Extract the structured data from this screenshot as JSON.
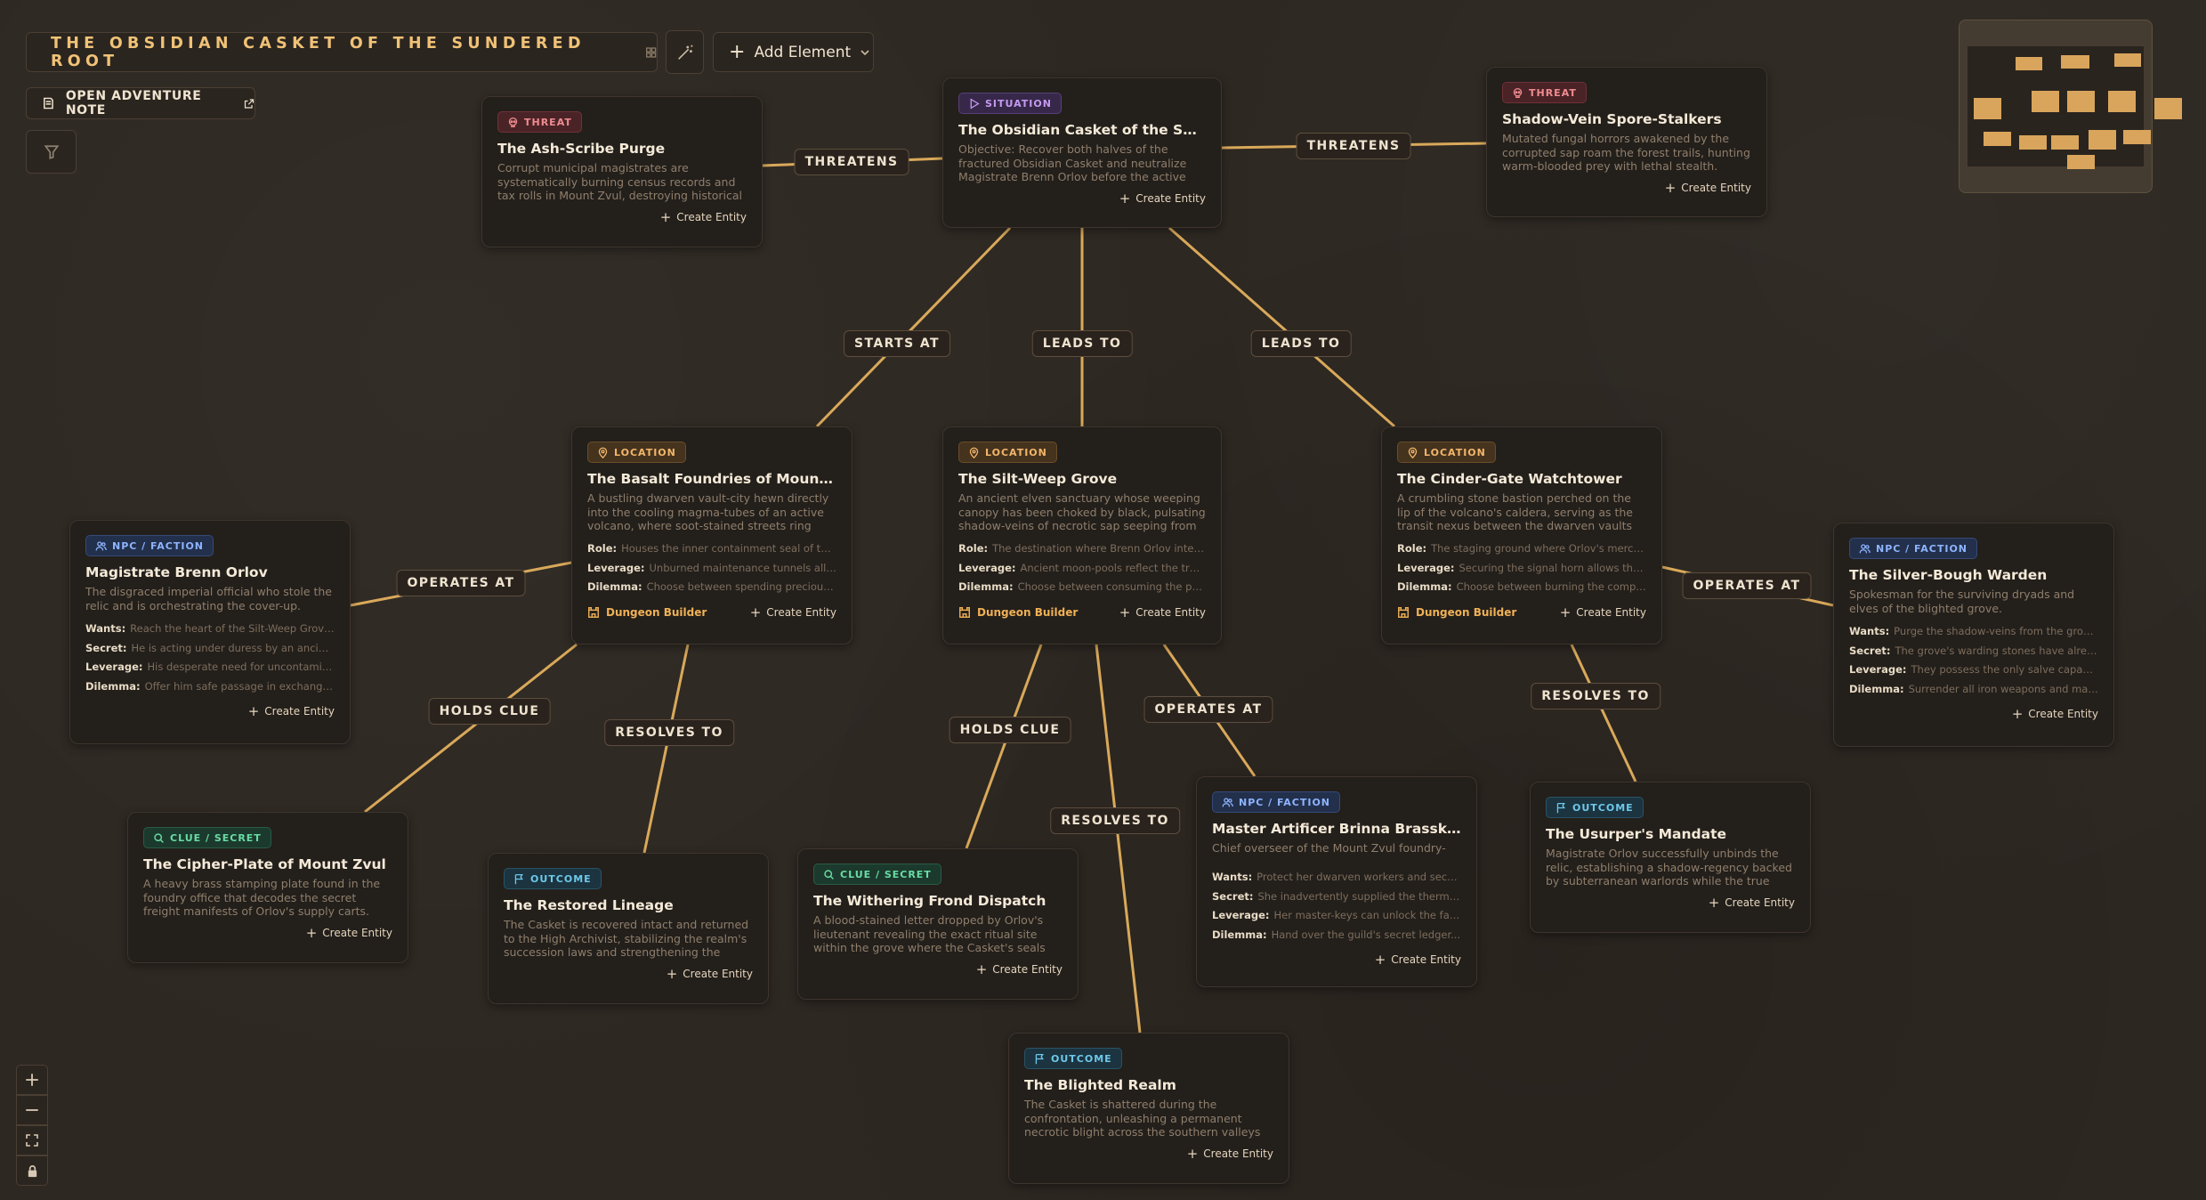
{
  "adventure_title": "THE OBSIDIAN CASKET OF THE SUNDERED ROOT",
  "toolbar": {
    "add_element_label": "Add Element",
    "open_note_label": "OPEN ADVENTURE NOTE"
  },
  "common": {
    "create_entity": "Create Entity",
    "dungeon_builder": "Dungeon Builder"
  },
  "property_labels": {
    "role": "Role:",
    "leverage": "Leverage:",
    "dilemma": "Dilemma:",
    "wants": "Wants:",
    "secret": "Secret:"
  },
  "badge_colors": {
    "threat": "#f08c90",
    "situation": "#c59af0",
    "location": "#f2b66a",
    "npc_faction": "#8db4ff",
    "clue_secret": "#69dca4",
    "outcome": "#6ec8ea"
  },
  "edge_color": "#d9a95a",
  "nodes": {
    "ash_scribe": {
      "badge": "THREAT",
      "icon": "skull-icon",
      "title": "The Ash-Scribe Purge",
      "description": "Corrupt municipal magistrates are systematically burning census records and tax rolls in Mount Zvul, destroying historical proof of the imperial..."
    },
    "casket": {
      "badge": "SITUATION",
      "icon": "play-icon",
      "title": "The Obsidian Casket of the Sundered...",
      "description": "Objective: Recover both halves of the fractured Obsidian Casket and neutralize Magistrate Brenn Orlov before the active cover-up erases the..."
    },
    "spore": {
      "badge": "THREAT",
      "icon": "skull-icon",
      "title": "Shadow-Vein Spore-Stalkers",
      "description": "Mutated fungal horrors awakened by the corrupted sap roam the forest trails, hunting warm-blooded prey with lethal stealth."
    },
    "basalt": {
      "badge": "LOCATION",
      "icon": "map-pin-icon",
      "title": "The Basalt Foundries of Mount Zvul",
      "description": "A bustling dwarven vault-city hewn directly into the cooling magma-tubes of an active volcano, where soot-stained streets ring with the sound...",
      "role": "Houses the inner containment seal of the Cask...",
      "leverage": "Unburned maintenance tunnels allow the...",
      "dilemma": "Choose between spending precious time..."
    },
    "siltweep": {
      "badge": "LOCATION",
      "icon": "map-pin-icon",
      "title": "The Silt-Weep Grove",
      "description": "An ancient elven sanctuary whose weeping canopy has been choked by black, pulsating shadow-veins of necrotic sap seeping from the...",
      "role": "The destination where Brenn Orlov intends to...",
      "leverage": "Ancient moon-pools reflect the true...",
      "dilemma": "Choose between consuming the purifying..."
    },
    "cinder": {
      "badge": "LOCATION",
      "icon": "map-pin-icon",
      "title": "The Cinder-Gate Watchtower",
      "description": "A crumbling stone bastion perched on the lip of the volcano's caldera, serving as the transit nexus between the dwarven vaults and the...",
      "role": "The staging ground where Orlov's mercenary...",
      "leverage": "Securing the signal horn allows the party t...",
      "dilemma": "Choose between burning the compromise..."
    },
    "brenn": {
      "badge": "NPC / FACTION",
      "icon": "users-icon",
      "title": "Magistrate Brenn Orlov",
      "description": "The disgraced imperial official who stole the relic and is orchestrating the cover-up.",
      "wants": "Reach the heart of the Silt-Weep Grove to...",
      "secret": "He is acting under duress by an ancient...",
      "leverage": "His desperate need for uncontaminated...",
      "dilemma": "Offer him safe passage in exchange for th..."
    },
    "silverbough": {
      "badge": "NPC / FACTION",
      "icon": "users-icon",
      "title": "The Silver-Bough Warden",
      "description": "Spokesman for the surviving dryads and elves of the blighted grove.",
      "wants": "Purge the shadow-veins from the grove and...",
      "secret": "The grove's warding stones have already bee...",
      "leverage": "They possess the only salve capable of...",
      "dilemma": "Surrender all iron weapons and magical fo..."
    },
    "brinna": {
      "badge": "NPC / FACTION",
      "icon": "users-icon",
      "title": "Master Artificer Brinna Brassknuckle",
      "description": "Chief overseer of the Mount Zvul foundry-vaults.",
      "wants": "Protect her dwarven workers and secure her...",
      "secret": "She inadvertently supplied the thermal...",
      "leverage": "Her master-keys can unlock the fastest...",
      "dilemma": "Hand over the guild's secret ledger..."
    },
    "cipher": {
      "badge": "CLUE / SECRET",
      "icon": "search-icon",
      "title": "The Cipher-Plate of Mount Zvul",
      "description": "A heavy brass stamping plate found in the foundry office that decodes the secret freight manifests of Orlov's supply carts."
    },
    "lineage": {
      "badge": "OUTCOME",
      "icon": "flag-icon",
      "title": "The Restored Lineage",
      "description": "The Casket is recovered intact and returned to the High Archivist, stabilizing the realm's succession laws and strengthening the imperia..."
    },
    "frond": {
      "badge": "CLUE / SECRET",
      "icon": "search-icon",
      "title": "The Withering Frond Dispatch",
      "description": "A blood-stained letter dropped by Orlov's lieutenant revealing the exact ritual site within the grove where the Casket's seals will be..."
    },
    "usurper": {
      "badge": "OUTCOME",
      "icon": "flag-icon",
      "title": "The Usurper's Mandate",
      "description": "Magistrate Orlov successfully unbinds the relic, establishing a shadow-regency backed by subterranean warlords while the true heirs..."
    },
    "blighted": {
      "badge": "OUTCOME",
      "icon": "flag-icon",
      "title": "The Blighted Realm",
      "description": "The Casket is shattered during the confrontation, unleashing a permanent necrotic blight across the southern valleys and turning the Silt-Weep..."
    }
  },
  "edges": {
    "threatens_left": "THREATENS",
    "threatens_right": "THREATENS",
    "starts_at": "STARTS AT",
    "leads_to_center": "LEADS TO",
    "leads_to_right": "LEADS TO",
    "operates_at_left": "OPERATES AT",
    "operates_at_right": "OPERATES AT",
    "operates_at_brinna": "OPERATES AT",
    "holds_clue_left": "HOLDS CLUE",
    "holds_clue_center": "HOLDS CLUE",
    "resolves_to_left": "RESOLVES TO",
    "resolves_to_center": "RESOLVES TO",
    "resolves_to_right": "RESOLVES TO"
  }
}
